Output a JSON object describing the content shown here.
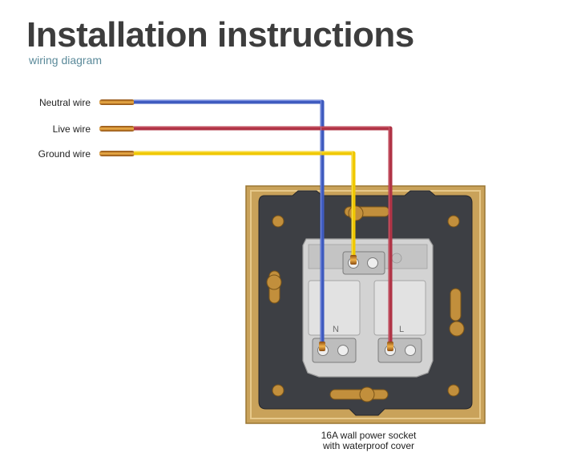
{
  "header": {
    "title": "Installation instructions",
    "subtitle": "wiring diagram"
  },
  "wires": [
    {
      "label": "Neutral wire",
      "color": "#3f5bbf"
    },
    {
      "label": "Live wire",
      "color": "#b03446"
    },
    {
      "label": "Ground wire",
      "color": "#f0c800"
    }
  ],
  "socket": {
    "caption_line1": "16A wall power socket",
    "caption_line2": "with waterproof cover",
    "terminal_n": "N",
    "terminal_l": "L",
    "frame_color": "#c9a25a",
    "plate_color": "#3d3f44",
    "module_color": "#d3d3d3"
  }
}
